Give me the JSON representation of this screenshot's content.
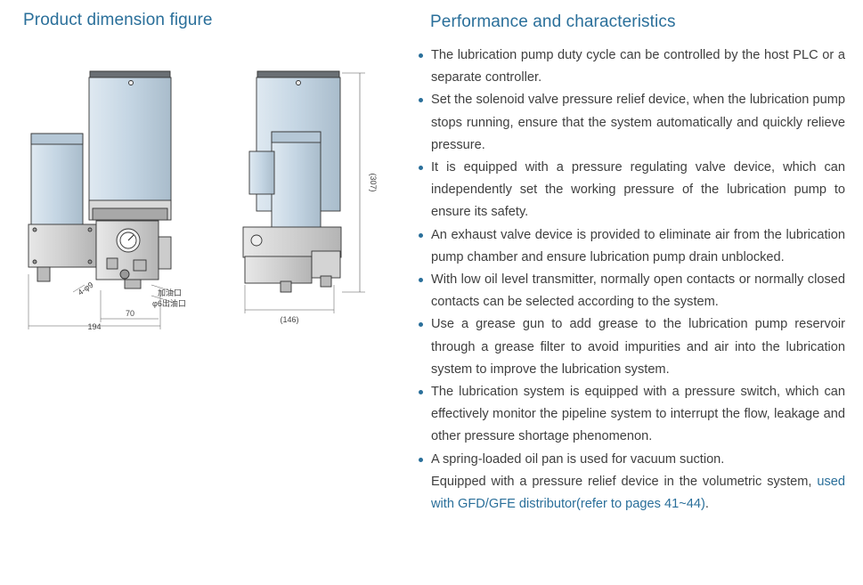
{
  "headings": {
    "left": "Product dimension figure",
    "right": "Performance and characteristics"
  },
  "figure": {
    "dim_total_width": "194",
    "dim_mid_width": "70",
    "dim_side_width": "(146)",
    "dim_height": "(307)",
    "label_inlet": "加油口",
    "label_outlet": "φ6出油口",
    "label_hole": "4-φ9"
  },
  "features": [
    "The lubrication pump duty cycle can be controlled by the host PLC or a separate controller.",
    "Set the solenoid valve pressure relief device, when the lubrication pump stops running, ensure that the system automatically and quickly relieve pressure.",
    "It is equipped with a pressure regulating valve device, which can independently set the working pressure of the lubrication pump to ensure its safety.",
    "An exhaust valve device is provided to eliminate air from the lubrication pump chamber and ensure lubrication pump drain unblocked.",
    "With low oil level transmitter, normally open contacts or normally closed contacts can be selected according to the system.",
    "Use a grease gun to add grease to the lubrication pump reservoir through a grease filter to avoid impurities and air into the lubrication system to improve the lubrication system.",
    "The lubrication system is equipped with a pressure switch, which can effectively monitor the pipeline system to interrupt the flow, leakage and other pressure shortage phenomenon.",
    "A spring-loaded oil pan is used for vacuum suction."
  ],
  "note": {
    "text": "Equipped with a pressure relief device in the volumetric system,",
    "highlight": "used with GFD/GFE distributor(refer to pages 41~44)",
    "end": "."
  },
  "colors": {
    "accent": "#2a6f9a",
    "body_text": "#3f3f3f",
    "pump_body": "#c4d5e3"
  }
}
